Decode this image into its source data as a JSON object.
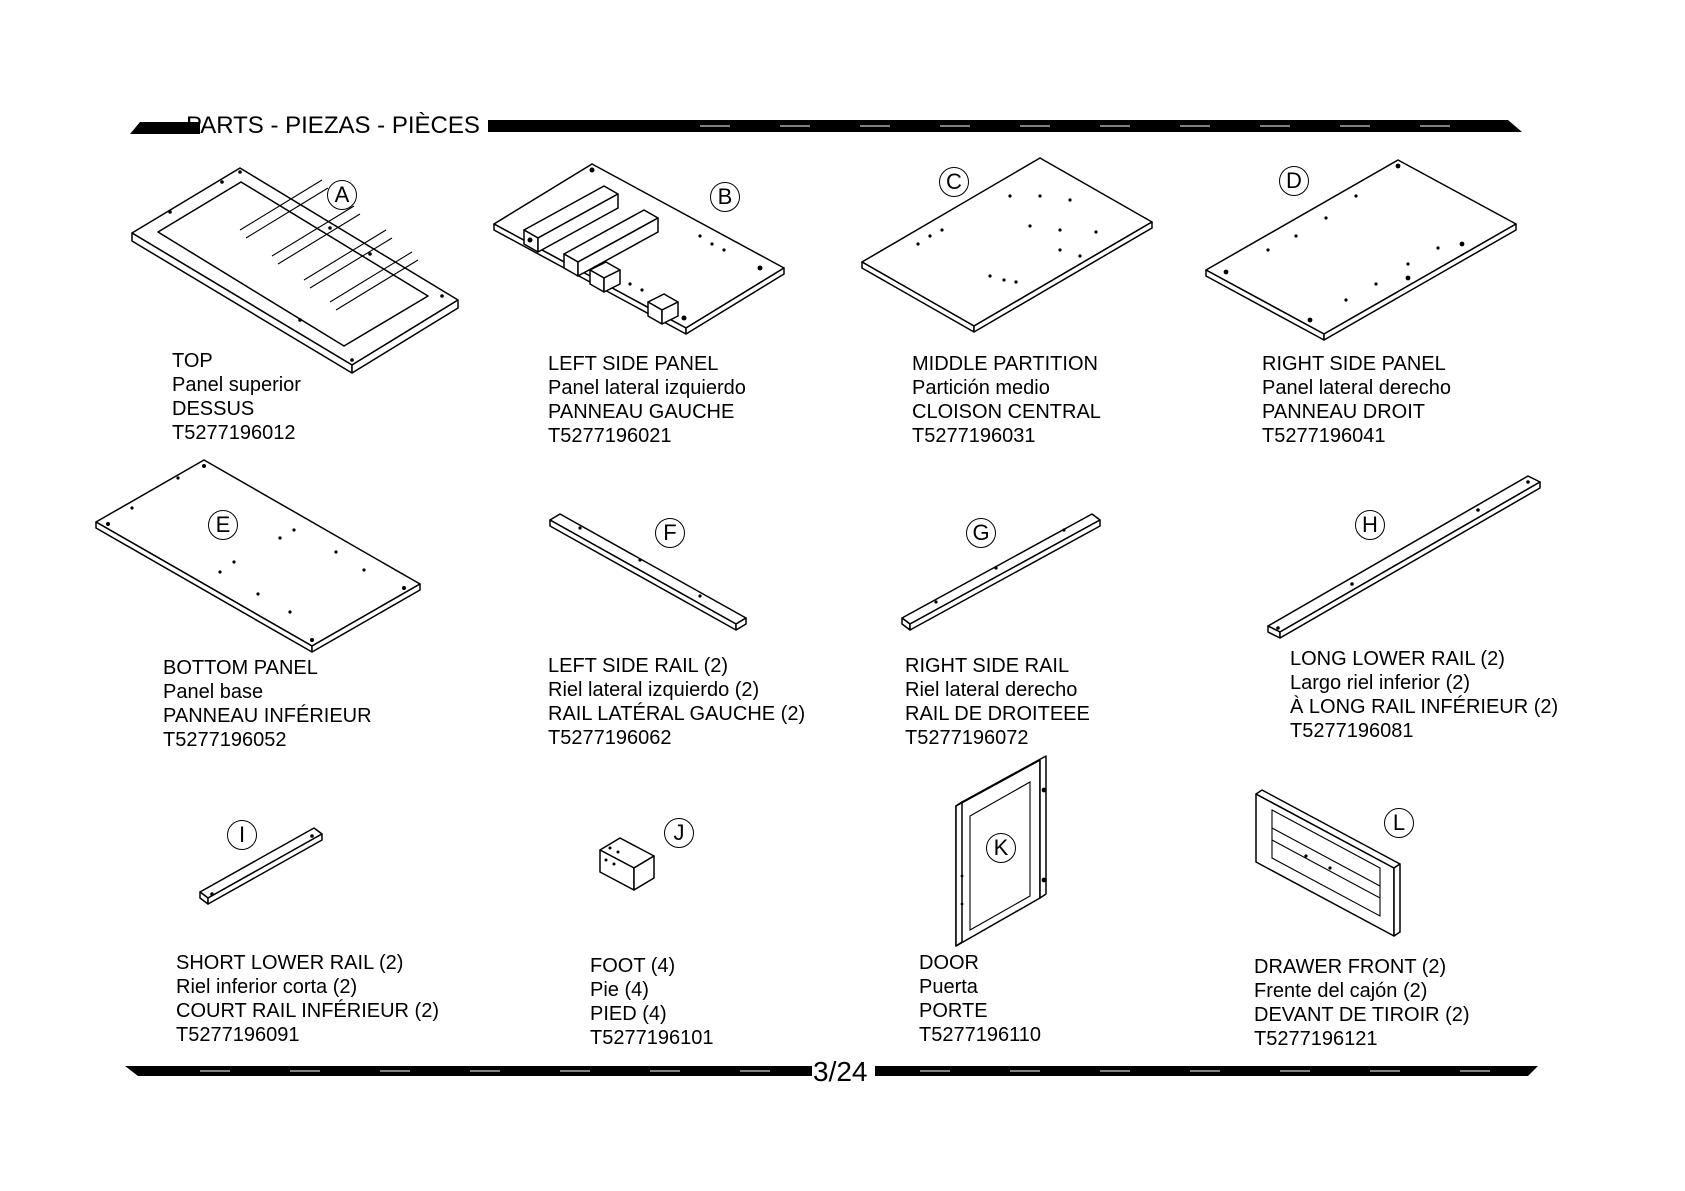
{
  "header": {
    "title": "PARTS - PIEZAS - PIÈCES"
  },
  "footer": {
    "page": "3/24"
  },
  "parts": [
    {
      "letter": "A",
      "name_en": "TOP",
      "name_es": "Panel superior",
      "name_fr": "DESSUS",
      "code": "T5277196012"
    },
    {
      "letter": "B",
      "name_en": "LEFT SIDE PANEL",
      "name_es": "Panel lateral izquierdo",
      "name_fr": "PANNEAU GAUCHE",
      "code": "T5277196021"
    },
    {
      "letter": "C",
      "name_en": "MIDDLE PARTITION",
      "name_es": "Partición medio",
      "name_fr": "CLOISON CENTRAL",
      "code": "T5277196031"
    },
    {
      "letter": "D",
      "name_en": "RIGHT SIDE PANEL",
      "name_es": "Panel lateral derecho",
      "name_fr": "PANNEAU DROIT",
      "code": "T5277196041"
    },
    {
      "letter": "E",
      "name_en": "BOTTOM PANEL",
      "name_es": "Panel base",
      "name_fr": "PANNEAU INFÉRIEUR",
      "code": "T5277196052"
    },
    {
      "letter": "F",
      "name_en": "LEFT SIDE RAIL (2)",
      "name_es": "Riel lateral izquierdo  (2)",
      "name_fr": "RAIL LATÉRAL GAUCHE  (2)",
      "code": "T5277196062"
    },
    {
      "letter": "G",
      "name_en": "RIGHT SIDE RAIL",
      "name_es": "Riel lateral derecho",
      "name_fr": "RAIL DE DROITEEE",
      "code": "T5277196072"
    },
    {
      "letter": "H",
      "name_en": "LONG LOWER RAIL (2)",
      "name_es": "Largo riel inferior (2)",
      "name_fr": "À LONG RAIL INFÉRIEUR (2)",
      "code": "T5277196081"
    },
    {
      "letter": "I",
      "name_en": "SHORT LOWER RAIL (2)",
      "name_es": "Riel inferior corta (2)",
      "name_fr": "COURT RAIL INFÉRIEUR (2)",
      "code": "T5277196091"
    },
    {
      "letter": "J",
      "name_en": "FOOT (4)",
      "name_es": "Pie (4)",
      "name_fr": "PIED (4)",
      "code": "T5277196101"
    },
    {
      "letter": "K",
      "name_en": "DOOR",
      "name_es": "Puerta",
      "name_fr": "PORTE",
      "code": "T5277196110"
    },
    {
      "letter": "L",
      "name_en": "DRAWER FRONT (2)",
      "name_es": "Frente del cajón (2)",
      "name_fr": "DEVANT DE TIROIR (2)",
      "code": "T5277196121"
    }
  ]
}
